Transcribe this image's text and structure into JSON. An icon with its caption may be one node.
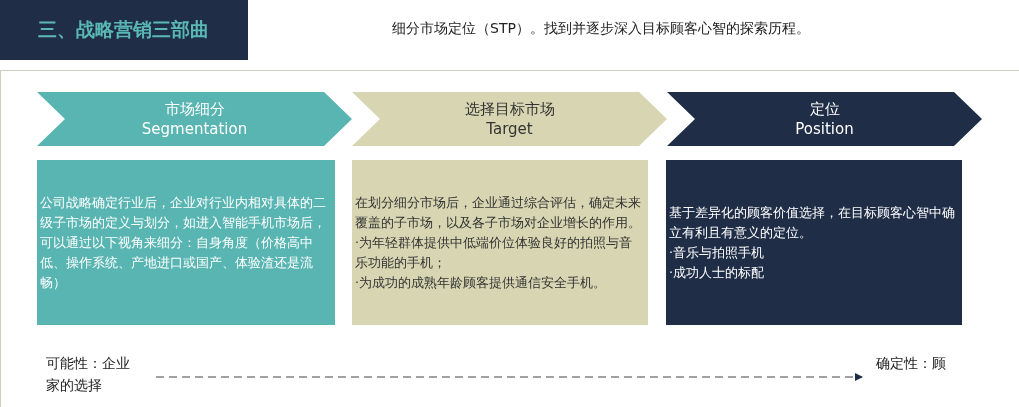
{
  "diagram": {
    "nodes": [
      {
        "text": [
          "三、战略营销三部曲"
        ]
      },
      {
        "text": [
          "市场细分",
          "Segmentation"
        ]
      },
      {
        "text": [
          "选择目标市场",
          "Target"
        ]
      },
      {
        "text": [
          "定位",
          "Position"
        ]
      },
      {
        "text": [
          "公司战略确定行业后，企业对行业内相对具体的二级子市场的定义与划分，如进入智能手机市场后，可以通过以下视角来细分：自身角度（价格高中低、操作系统、产地进口或国产、体验渣还是流畅）"
        ]
      },
      {
        "text": [
          "在划分细分市场后，企业通过综合评估，确定未来覆盖的子市场，以及各子市场对企业增长的作用。",
          "·为年轻群体提供中低端价位体验良好的拍照与音乐功能的手机；",
          "·为成功的成熟年龄顾客提供通信安全手机。"
        ]
      },
      {
        "text": [
          "基于差异化的顾客价值选择，在目标顾客心智中确立有利且有意义的定位。",
          "·音乐与拍照手机",
          "·成功人士的标配"
        ]
      },
      {
        "text": [
          "可能性：企业家的选择"
        ]
      },
      {
        "text": [
          "确定性：顾"
        ]
      }
    ],
    "edges": [
      {
        "from": 7,
        "to": 8,
        "arrow": "to",
        "style": "dashed"
      }
    ],
    "labels": [
      "细分市场定位（STP）。找到并逐步深入目标顾客心智的探索历程。"
    ]
  }
}
